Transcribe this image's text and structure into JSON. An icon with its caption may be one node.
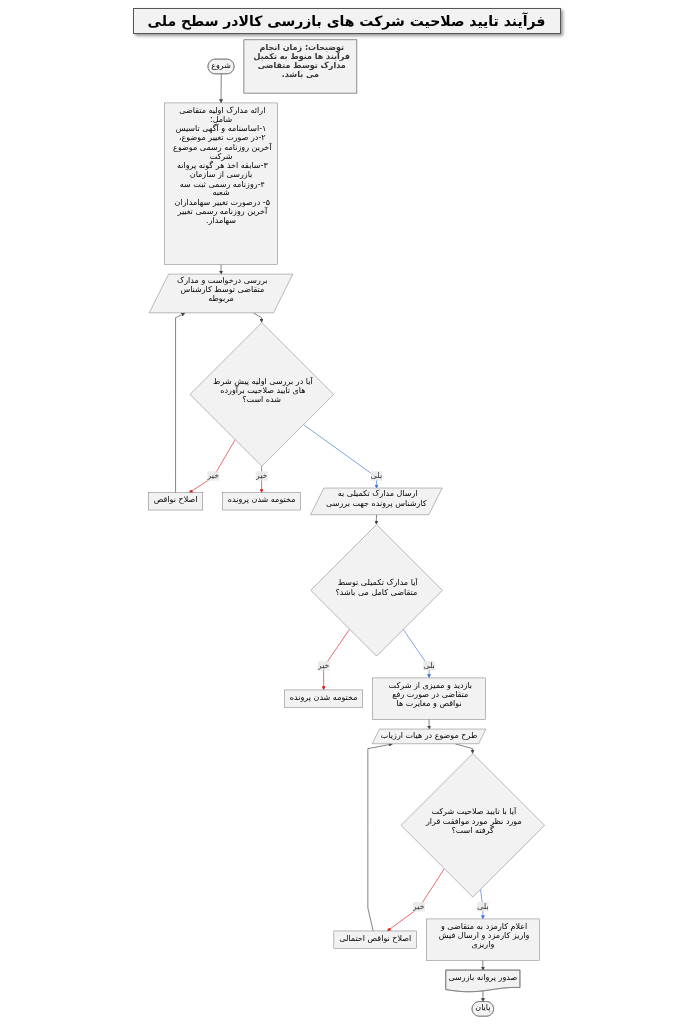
{
  "diagram": {
    "title": "فرآیند تایید صلاحیت شرکت های بازرسی کالادر سطح ملی",
    "nodes": [
      {
        "text": [
          "شروع"
        ]
      },
      {
        "text": [
          "ارائه مدارک اولیه متقاضی شامل:",
          "۱-اساسنامه و آگهی تاسیس",
          "۲-در صورت تغییر موضوع، آخرین روزنامه رسمی موضوع شرکت",
          "۳-سابقه اخذ هر گونه پروانه بازرسی از سازمان",
          "۴-روزنامه رسمی ثبت سه شعبه",
          "۵- درصورت تغییر سهامداران آخرین روزنامه رسمی تغییر سهامدار."
        ]
      },
      {
        "text": [
          "بررسی درخواست و مدارک متقاضی توسط کارشناس مربوطه"
        ]
      },
      {
        "text": [
          "آیا در بررسی اولیه پیش شرط های تایید صلاحیت برآورده شده است؟"
        ]
      },
      {
        "text": [
          "اصلاح نواقص"
        ]
      },
      {
        "text": [
          "مختومه شدن پرونده"
        ]
      },
      {
        "text": [
          "ارسال مدارک تکمیلی به کارشناس پرونده جهت بررسی"
        ]
      },
      {
        "text": [
          "آیا مدارک تکمیلی توسط متقاضی کامل می باشد؟"
        ]
      },
      {
        "text": [
          "مختومه شدن پرونده"
        ]
      },
      {
        "text": [
          "بازدید و ممیزی از شرکت متقاضی در صورت رفع نواقص و مغایرت ها"
        ]
      },
      {
        "text": [
          "طرح موضوع در هیات ارزیاب"
        ]
      },
      {
        "text": [
          "آیا با تایید صلاحیت شرکت مورد نظر مورد موافقت قرار گرفته است؟"
        ]
      },
      {
        "text": [
          "اصلاح نواقص احتمالی"
        ]
      },
      {
        "text": [
          "اعلام کارمزد به متقاضی و واریز کارمزد و ارسال فیش واریزی"
        ]
      },
      {
        "text": [
          "صدور پروانه بازرسی"
        ]
      },
      {
        "text": [
          "پایان"
        ]
      },
      {
        "text": [
          "توضیحات: زمان انجام فرآیند ها منوط به تکمیل مدارک توسط متقاضی می باشد."
        ]
      }
    ],
    "edges": [
      {
        "from": 0,
        "to": 1,
        "arrow": "to"
      },
      {
        "from": 1,
        "to": 2,
        "arrow": "to"
      },
      {
        "from": 2,
        "to": 3,
        "arrow": "to"
      },
      {
        "from": 3,
        "to": 4,
        "arrow": "to",
        "label": "خیر",
        "color": "#e02020"
      },
      {
        "from": 3,
        "to": 5,
        "arrow": "to",
        "label": "خیر",
        "color": "#e02020"
      },
      {
        "from": 4,
        "to": 2,
        "arrow": "to"
      },
      {
        "from": 3,
        "to": 6,
        "arrow": "to",
        "label": "بلی",
        "color": "#3c78d8"
      },
      {
        "from": 6,
        "to": 7,
        "arrow": "to"
      },
      {
        "from": 7,
        "to": 8,
        "arrow": "to",
        "label": "خیر",
        "color": "#e02020"
      },
      {
        "from": 7,
        "to": 9,
        "arrow": "to",
        "label": "بلی",
        "color": "#3c78d8"
      },
      {
        "from": 9,
        "to": 10,
        "arrow": "to"
      },
      {
        "from": 10,
        "to": 11,
        "arrow": "to"
      },
      {
        "from": 11,
        "to": 12,
        "arrow": "to",
        "label": "خیر",
        "color": "#e02020"
      },
      {
        "from": 12,
        "to": 10,
        "arrow": "to"
      },
      {
        "from": 11,
        "to": 13,
        "arrow": "to",
        "label": "بلی",
        "color": "#3c78d8"
      },
      {
        "from": 13,
        "to": 14,
        "arrow": "to"
      },
      {
        "from": 14,
        "to": 15,
        "arrow": "to"
      }
    ]
  }
}
